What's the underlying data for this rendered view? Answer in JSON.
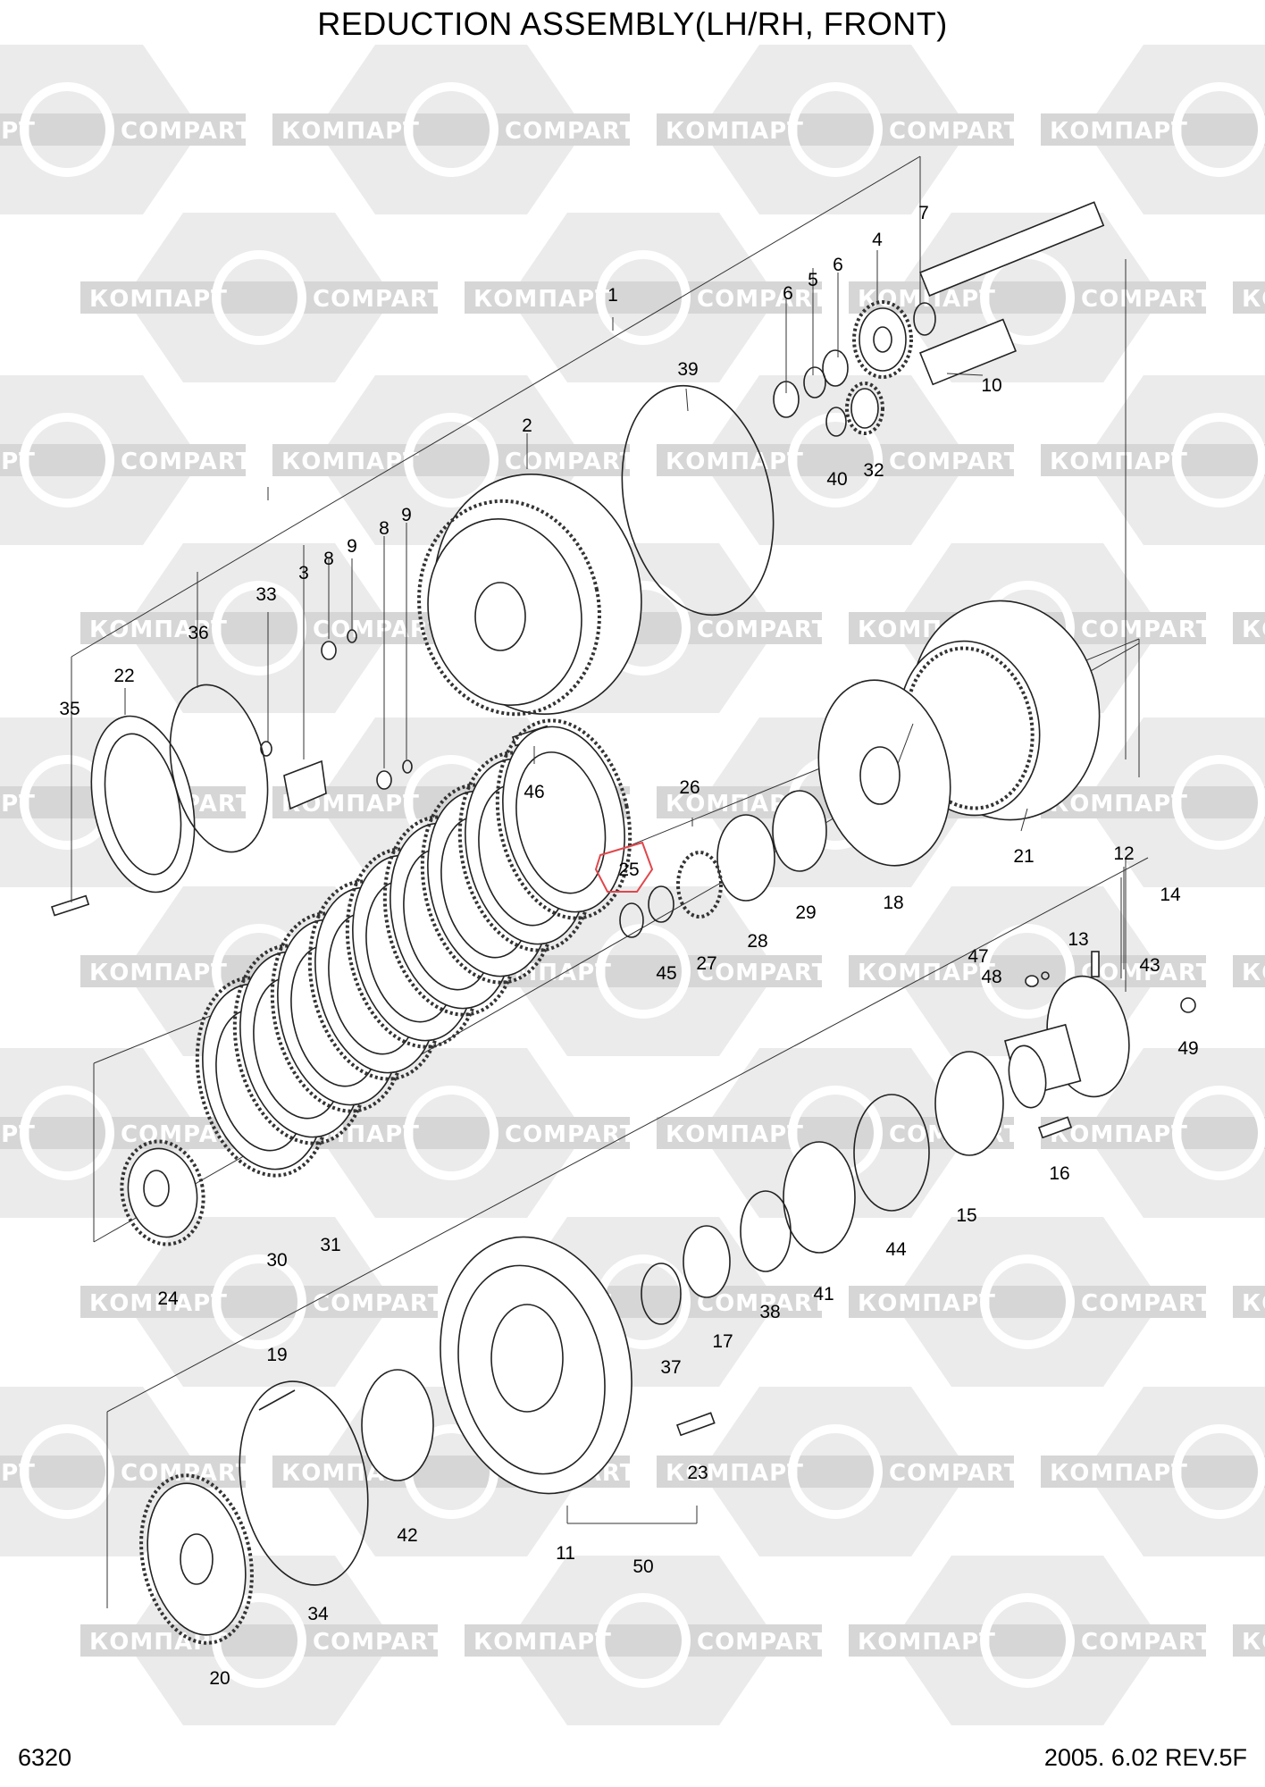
{
  "title": "REDUCTION ASSEMBLY(LH/RH, FRONT)",
  "page_number": "6320",
  "revision": "2005. 6.02  REV.5F",
  "watermark": {
    "left": "КОМПАРТ",
    "right": "COMPART"
  },
  "highlighted_part": "25",
  "highlight_color": "#e0474c",
  "parts": {
    "p1": "1",
    "p2": "2",
    "p3": "3",
    "p4": "4",
    "p5": "5",
    "p6a": "6",
    "p6b": "6",
    "p7": "7",
    "p8a": "8",
    "p8b": "8",
    "p9a": "9",
    "p9b": "9",
    "p10": "10",
    "p11": "11",
    "p12": "12",
    "p13": "13",
    "p14": "14",
    "p15": "15",
    "p16": "16",
    "p17": "17",
    "p18": "18",
    "p19": "19",
    "p20": "20",
    "p21": "21",
    "p22": "22",
    "p23": "23",
    "p24": "24",
    "p25": "25",
    "p26": "26",
    "p27": "27",
    "p28": "28",
    "p29": "29",
    "p30": "30",
    "p31": "31",
    "p32": "32",
    "p33": "33",
    "p34": "34",
    "p35": "35",
    "p36": "36",
    "p37": "37",
    "p38": "38",
    "p39": "39",
    "p40": "40",
    "p41": "41",
    "p42": "42",
    "p43": "43",
    "p44": "44",
    "p45": "45",
    "p46": "46",
    "p47": "47",
    "p48": "48",
    "p49": "49",
    "p50": "50"
  }
}
